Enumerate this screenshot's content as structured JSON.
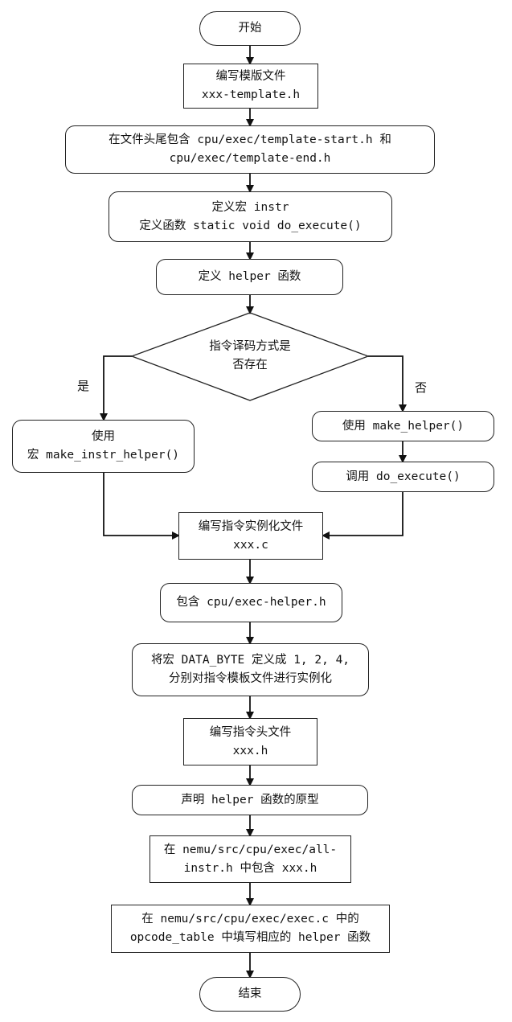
{
  "nodes": {
    "start": [
      "开始"
    ],
    "write_template": [
      "编写模版文件",
      "xxx-template.h"
    ],
    "include_start_end": [
      "在文件头尾包含 cpu/exec/template-start.h 和",
      "cpu/exec/template-end.h"
    ],
    "define_instr": [
      "定义宏 instr",
      "定义函数 static void do_execute()"
    ],
    "define_helper": [
      "定义 helper 函数"
    ],
    "decision": [
      "指令译码方式是",
      "否存在"
    ],
    "use_make_instr_helper": [
      "使用",
      "宏 make_instr_helper()"
    ],
    "use_make_helper": [
      "使用 make_helper()"
    ],
    "call_do_execute": [
      "调用 do_execute()"
    ],
    "write_instance": [
      "编写指令实例化文件",
      "xxx.c"
    ],
    "include_exec_helper": [
      "包含 cpu/exec-helper.h"
    ],
    "define_data_byte": [
      "将宏 DATA_BYTE 定义成 1, 2, 4,",
      "分别对指令模板文件进行实例化"
    ],
    "write_header": [
      "编写指令头文件",
      "xxx.h"
    ],
    "declare_prototype": [
      "声明 helper 函数的原型"
    ],
    "include_in_all_instr": [
      "在 nemu/src/cpu/exec/all-",
      "instr.h 中包含 xxx.h"
    ],
    "fill_opcode_table": [
      "在 nemu/src/cpu/exec/exec.c 中的",
      "opcode_table 中填写相应的 helper 函数"
    ],
    "end": [
      "结束"
    ]
  },
  "edge_labels": {
    "yes": "是",
    "no": "否"
  }
}
